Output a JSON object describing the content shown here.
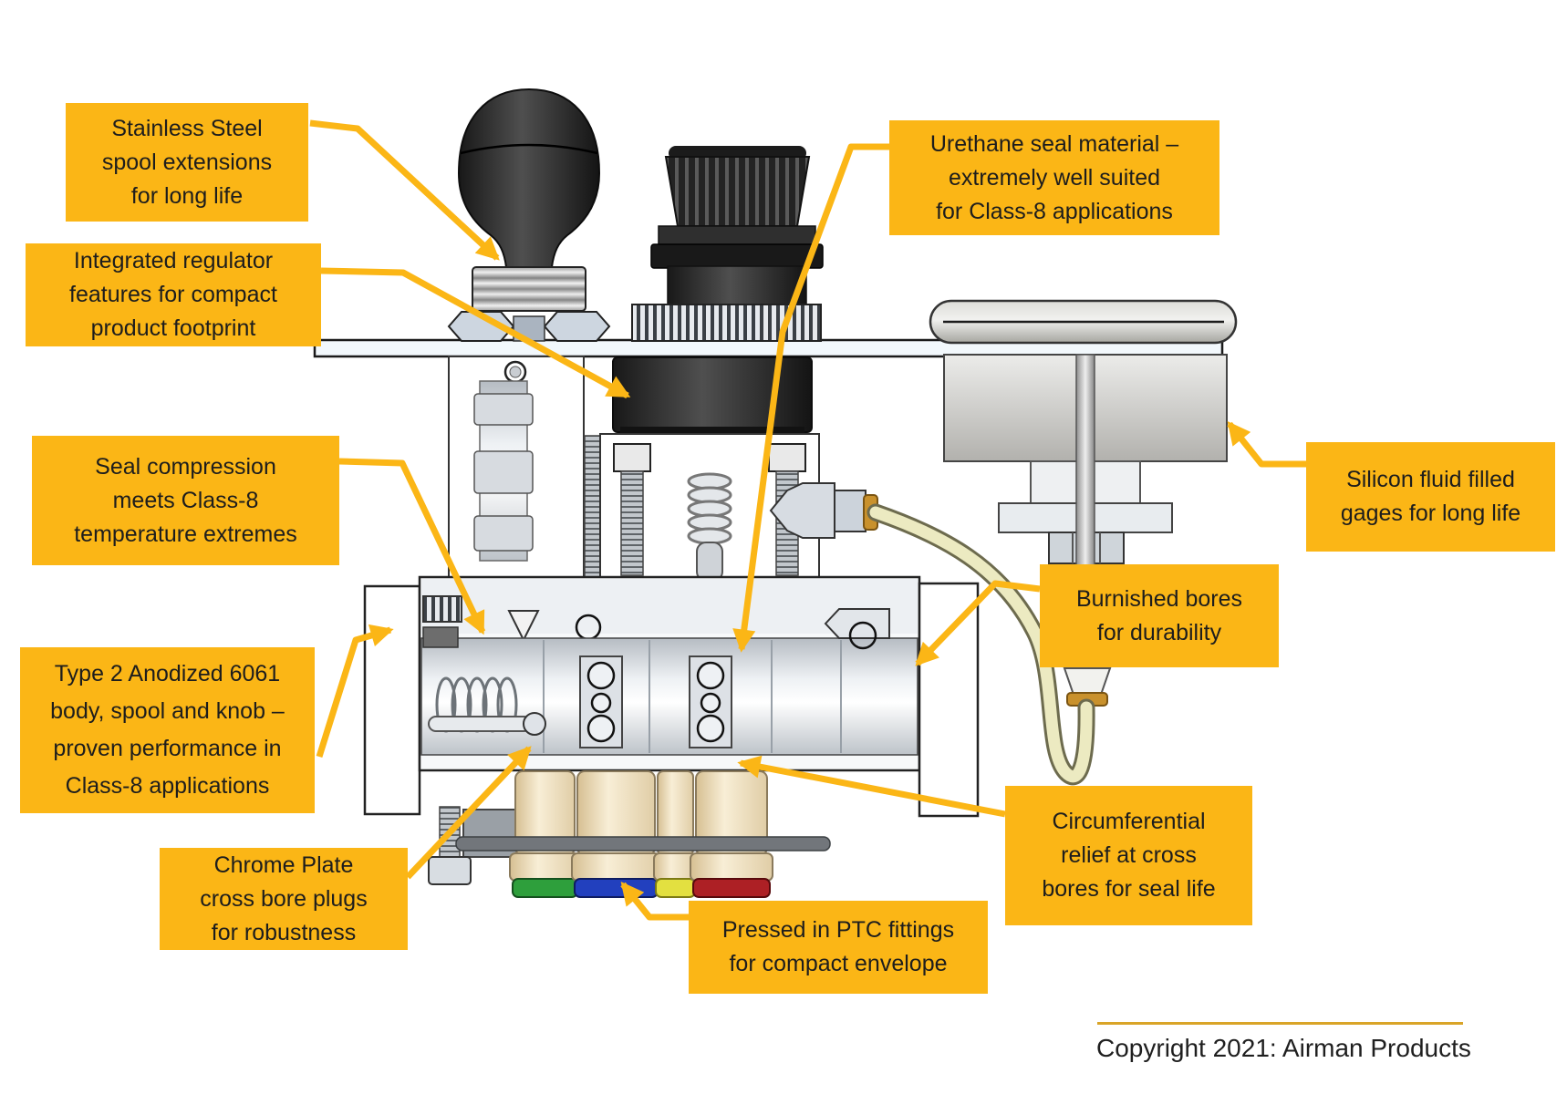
{
  "callouts": [
    {
      "id": "stainless-steel",
      "lines": [
        "Stainless Steel",
        "spool extensions",
        "for long life"
      ]
    },
    {
      "id": "integrated-regulator",
      "lines": [
        "Integrated regulator",
        "features for compact",
        "product footprint"
      ]
    },
    {
      "id": "seal-compression",
      "lines": [
        "Seal compression",
        "meets Class-8",
        "temperature extremes"
      ]
    },
    {
      "id": "type2-anodized",
      "lines": [
        "Type 2 Anodized 6061",
        "body, spool and knob –",
        "proven performance in",
        "Class-8 applications"
      ]
    },
    {
      "id": "chrome-plate",
      "lines": [
        "Chrome Plate",
        "cross bore plugs",
        "for robustness"
      ]
    },
    {
      "id": "urethane-seal",
      "lines": [
        "Urethane seal material –",
        "extremely well suited",
        "for Class-8 applications"
      ]
    },
    {
      "id": "silicon-gages",
      "lines": [
        "Silicon fluid filled",
        "gages for long life"
      ]
    },
    {
      "id": "burnished-bores",
      "lines": [
        "Burnished bores",
        "for durability"
      ]
    },
    {
      "id": "circumferential-relief",
      "lines": [
        "Circumferential",
        "relief at cross",
        "bores for seal life"
      ]
    },
    {
      "id": "pressed-ptc",
      "lines": [
        "Pressed in PTC fittings",
        "for compact envelope"
      ]
    }
  ],
  "footer": {
    "copyright": "Copyright 2021: Airman Products"
  },
  "colors": {
    "callout_bg": "#FBB616",
    "callout_text": "#1D1D1D",
    "arrow": "#FBB616",
    "footer_line": "#D9A427"
  },
  "diagram": {
    "subject": "sectioned pneumatic control valve assembly with knobs, regulator, gauge and colored PTC ports",
    "port_colors": [
      "#2E9F3C",
      "#2240BE",
      "#E3E040",
      "#AD2025"
    ],
    "port_names": [
      "green-port",
      "blue-port",
      "yellow-port",
      "red-port"
    ],
    "tube_color": "#ECEAC1"
  }
}
